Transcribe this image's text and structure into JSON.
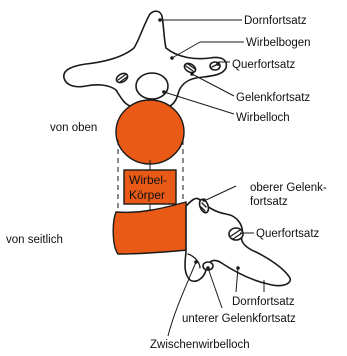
{
  "colors": {
    "vertebral_body": "#e85a16",
    "outline": "#1a1a1a",
    "background": "#ffffff"
  },
  "view_labels": {
    "top": "von oben",
    "side": "von seitlich"
  },
  "body_label": {
    "line1": "Wirbel-",
    "line2": "Körper"
  },
  "top_view_labels": {
    "spinous_process": "Dornfortsatz",
    "vertebral_arch": "Wirbelbogen",
    "transverse_process": "Querfortsatz",
    "articular_process": "Gelenkfortsatz",
    "vertebral_foramen": "Wirbelloch"
  },
  "side_view_labels": {
    "superior_articular_line1": "oberer Gelenk-",
    "superior_articular_line2": "fortsatz",
    "transverse_process": "Querfortsatz",
    "spinous_process": "Dornfortsatz",
    "inferior_articular": "unterer Gelenkfortsatz",
    "intervertebral_foramen": "Zwischenwirbelloch"
  }
}
